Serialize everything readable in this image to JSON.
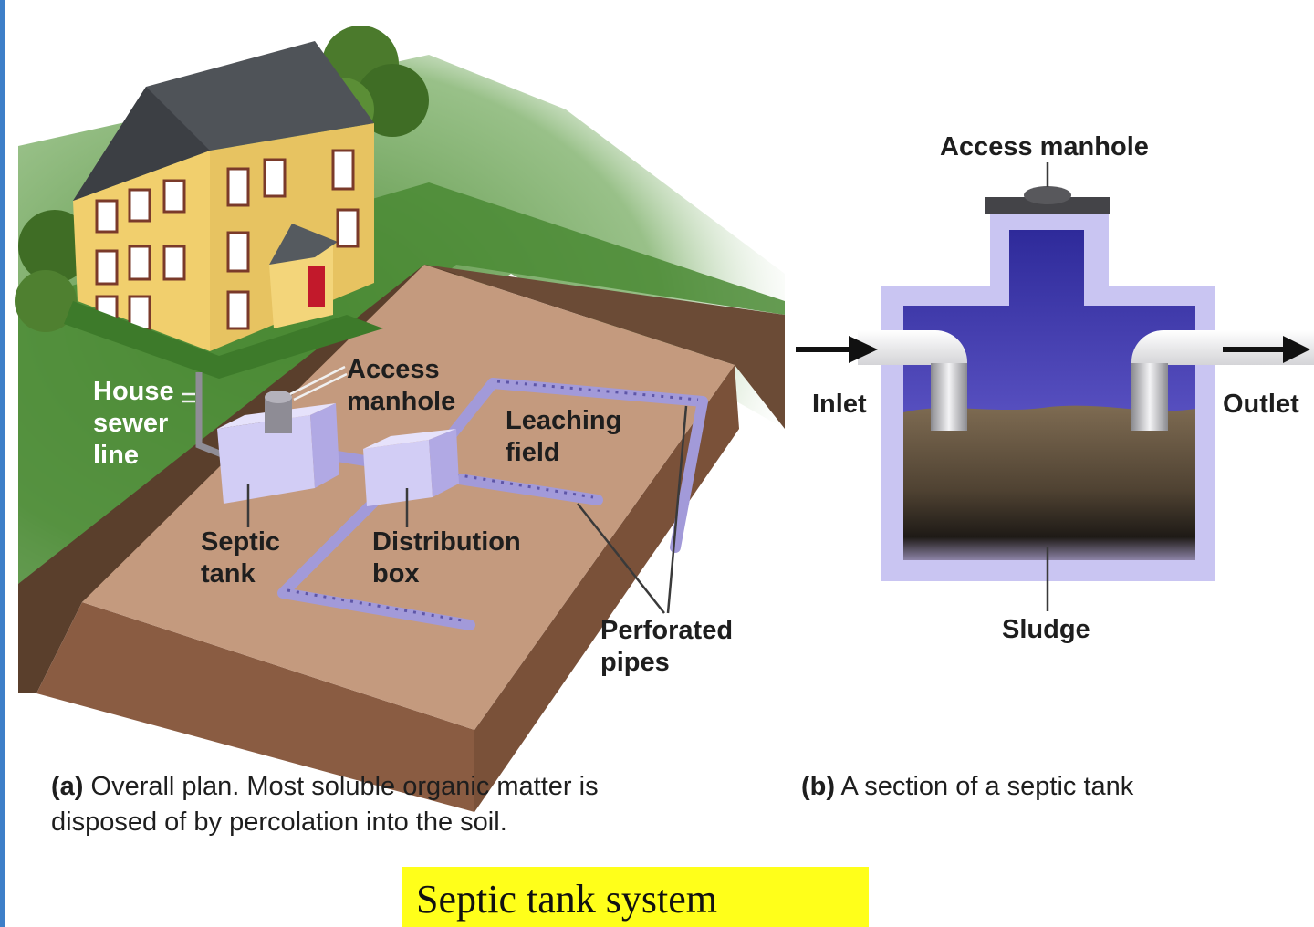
{
  "part_a": {
    "labels": {
      "house_sewer_line": [
        "House",
        "sewer",
        "line"
      ],
      "access_manhole": [
        "Access",
        "manhole"
      ],
      "leaching_field": [
        "Leaching",
        "field"
      ],
      "septic_tank": [
        "Septic",
        "tank"
      ],
      "distribution_box": [
        "Distribution",
        "box"
      ],
      "perforated_pipes": [
        "Perforated",
        "pipes"
      ]
    },
    "caption": {
      "letter": "(a)",
      "line1": "Overall plan. Most soluble organic matter is",
      "line2": "disposed of by percolation into the soil."
    }
  },
  "part_b": {
    "labels": {
      "access_manhole": "Access manhole",
      "inlet": "Inlet",
      "outlet": "Outlet",
      "sludge": "Sludge"
    },
    "caption": {
      "letter": "(b)",
      "text": "A section of a septic tank"
    }
  },
  "title": "Septic tank system",
  "colors": {
    "title_background": "#ffff1a",
    "soil": "#c49a7e",
    "grass": "#4f8a37",
    "tank": "#c9c5f2",
    "water": "#4a44b5",
    "sludge": "#5e4c36",
    "house": "#f3cf6c",
    "roof": "#4f5358"
  }
}
